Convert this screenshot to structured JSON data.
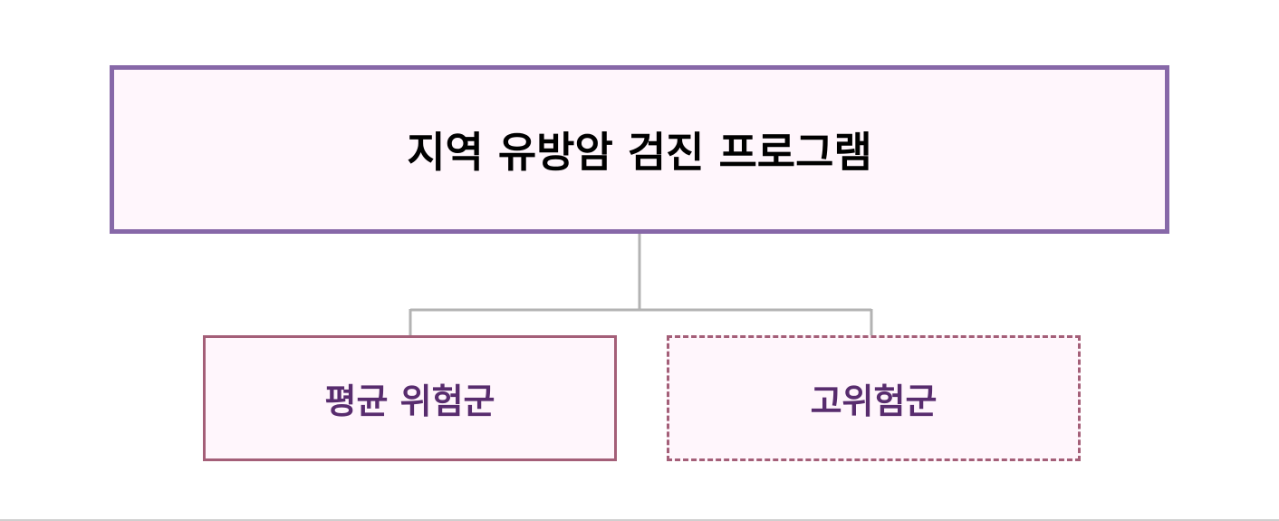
{
  "diagram": {
    "root": {
      "label": "지역 유방암 검진 프로그램"
    },
    "children": [
      {
        "label": "평균 위험군",
        "style": "solid"
      },
      {
        "label": "고위험군",
        "style": "dashed"
      }
    ],
    "colors": {
      "root_border": "#8768a8",
      "child_border": "#a45f78",
      "child_text": "#582c6e",
      "connector": "#b3b3b3",
      "fill": "#fff6fc"
    }
  }
}
